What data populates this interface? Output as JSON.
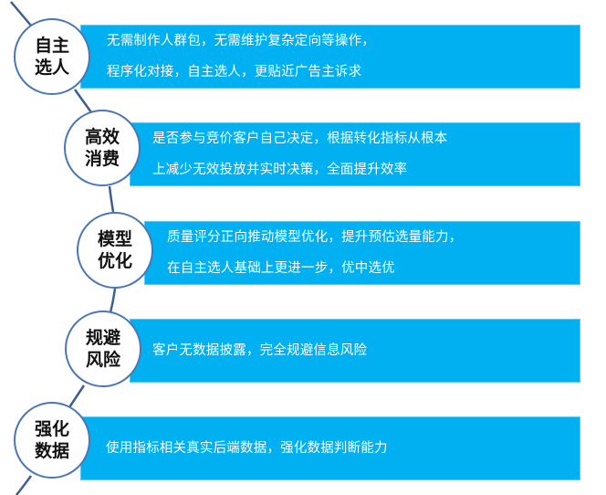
{
  "colors": {
    "box_fill": "#00b0f0",
    "box_text": "#ffffff",
    "circle_border": "#4a77b4",
    "connector": "#3d5f8f",
    "circle_text": "#111111"
  },
  "steps": [
    {
      "title_lines": [
        "自主",
        "选人"
      ],
      "text_lines": [
        "无需制作人群包，无需维护复杂定向等操作，",
        "程序化对接，自主选人，更贴近广告主诉求"
      ]
    },
    {
      "title_lines": [
        "高效",
        "消费"
      ],
      "text_lines": [
        "是否参与竞价客户自己决定，根据转化指标从根本",
        "上减少无效投放并实时决策，全面提升效率"
      ]
    },
    {
      "title_lines": [
        "模型",
        "优化"
      ],
      "text_lines": [
        "质量评分正向推动模型优化，提升预估选量能力，",
        "在自主选人基础上更进一步，优中选优"
      ]
    },
    {
      "title_lines": [
        "规避",
        "风险"
      ],
      "text_lines": [
        "客户无数据披露，完全规避信息风险"
      ]
    },
    {
      "title_lines": [
        "强化",
        "数据"
      ],
      "text_lines": [
        "使用指标相关真实后端数据，强化数据判断能力"
      ]
    }
  ]
}
